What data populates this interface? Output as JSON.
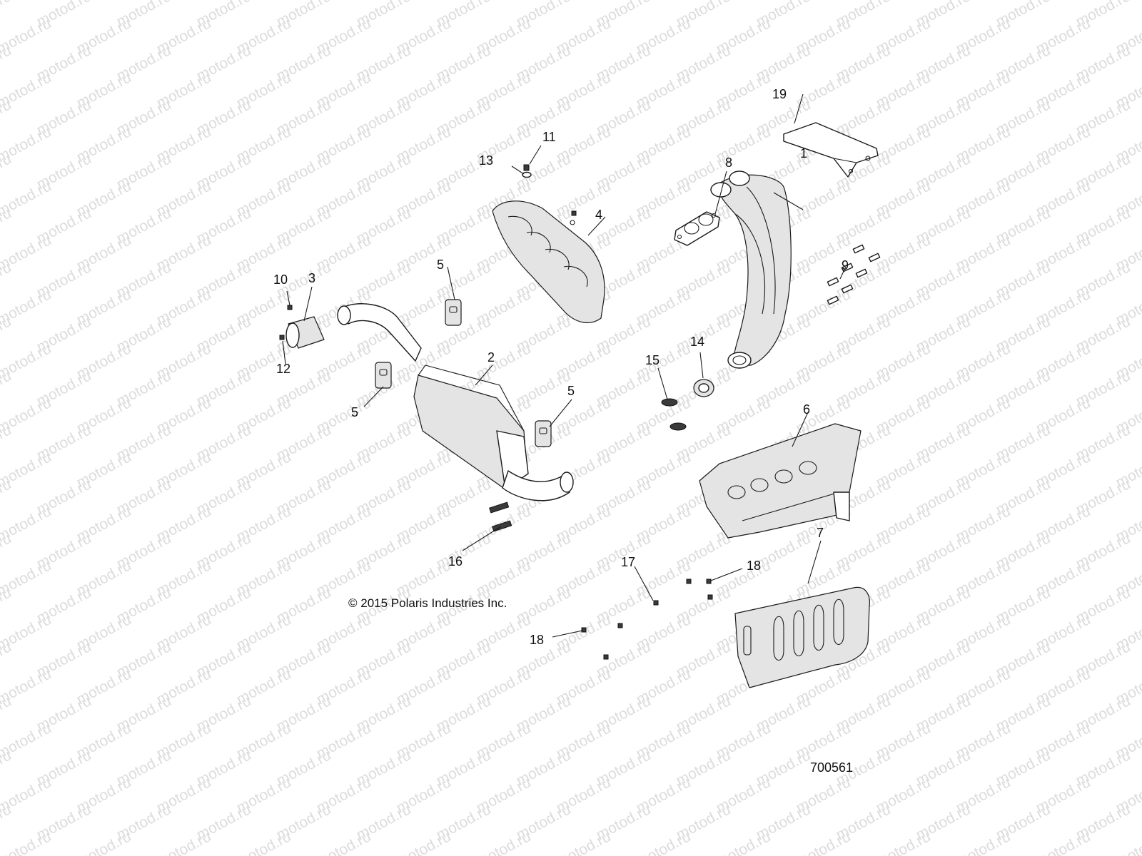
{
  "watermark": {
    "text": "motod.ru",
    "color": "#dcdcdc"
  },
  "copyright": "© 2015 Polaris Industries Inc.",
  "figure_number": "700561",
  "callouts": [
    {
      "id": "c1",
      "label": "1"
    },
    {
      "id": "c2",
      "label": "2"
    },
    {
      "id": "c3",
      "label": "3"
    },
    {
      "id": "c4",
      "label": "4"
    },
    {
      "id": "c5a",
      "label": "5"
    },
    {
      "id": "c5b",
      "label": "5"
    },
    {
      "id": "c5c",
      "label": "5"
    },
    {
      "id": "c6",
      "label": "6"
    },
    {
      "id": "c7",
      "label": "7"
    },
    {
      "id": "c8",
      "label": "8"
    },
    {
      "id": "c9",
      "label": "9"
    },
    {
      "id": "c10",
      "label": "10"
    },
    {
      "id": "c11",
      "label": "11"
    },
    {
      "id": "c12",
      "label": "12"
    },
    {
      "id": "c13",
      "label": "13"
    },
    {
      "id": "c14",
      "label": "14"
    },
    {
      "id": "c15",
      "label": "15"
    },
    {
      "id": "c16",
      "label": "16"
    },
    {
      "id": "c17",
      "label": "17"
    },
    {
      "id": "c18a",
      "label": "18"
    },
    {
      "id": "c18b",
      "label": "18"
    },
    {
      "id": "c19",
      "label": "19"
    }
  ]
}
